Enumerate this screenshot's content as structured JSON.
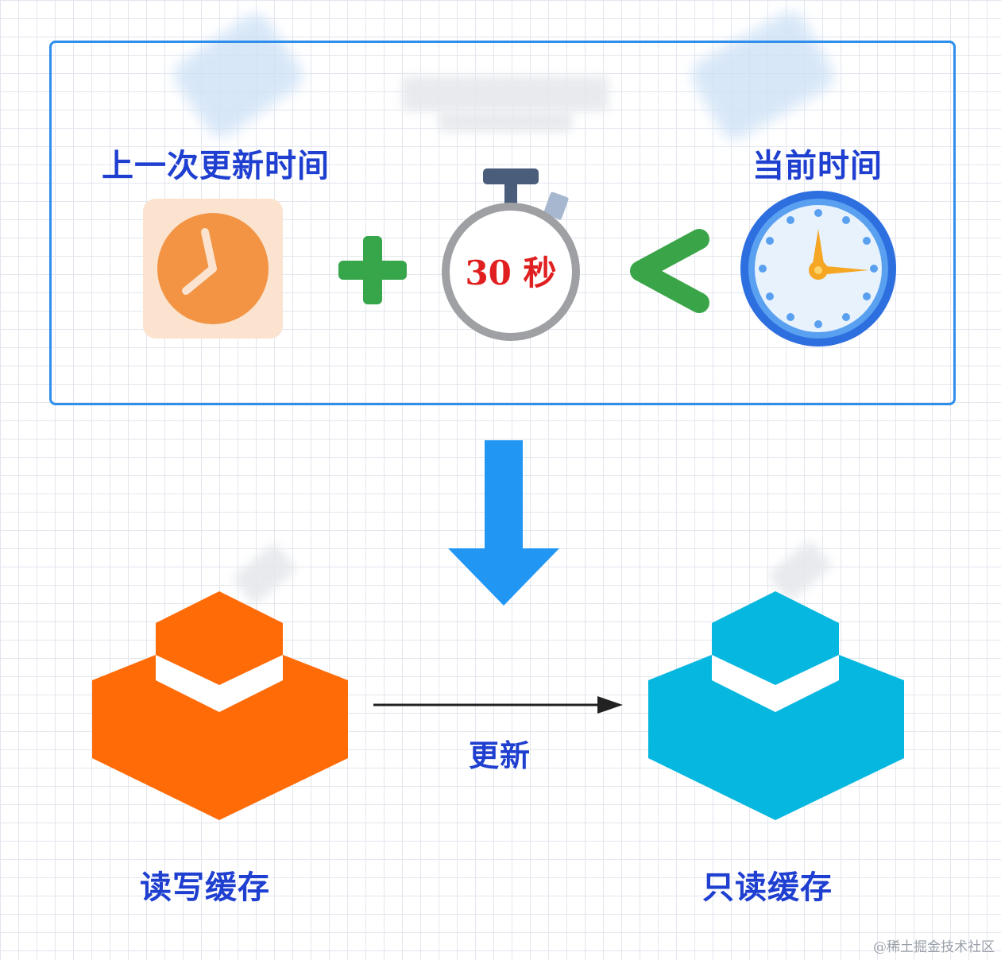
{
  "labels": {
    "last_update": "上一次更新时间",
    "now": "当前时间",
    "timer": "30 秒",
    "update": "更新",
    "rw_cache": "读写缓存",
    "ro_cache": "只读缓存"
  },
  "watermark": "@稀土掘金技术社区",
  "colors": {
    "frame": "#2f8fea",
    "label": "#1f3fd0",
    "orange_cache": "#ff6b07",
    "cyan_cache": "#06b7e0",
    "plus": "#37a64a",
    "less_than": "#3aa548",
    "arrow_down": "#2196f3",
    "timer_text": "#e02020"
  }
}
